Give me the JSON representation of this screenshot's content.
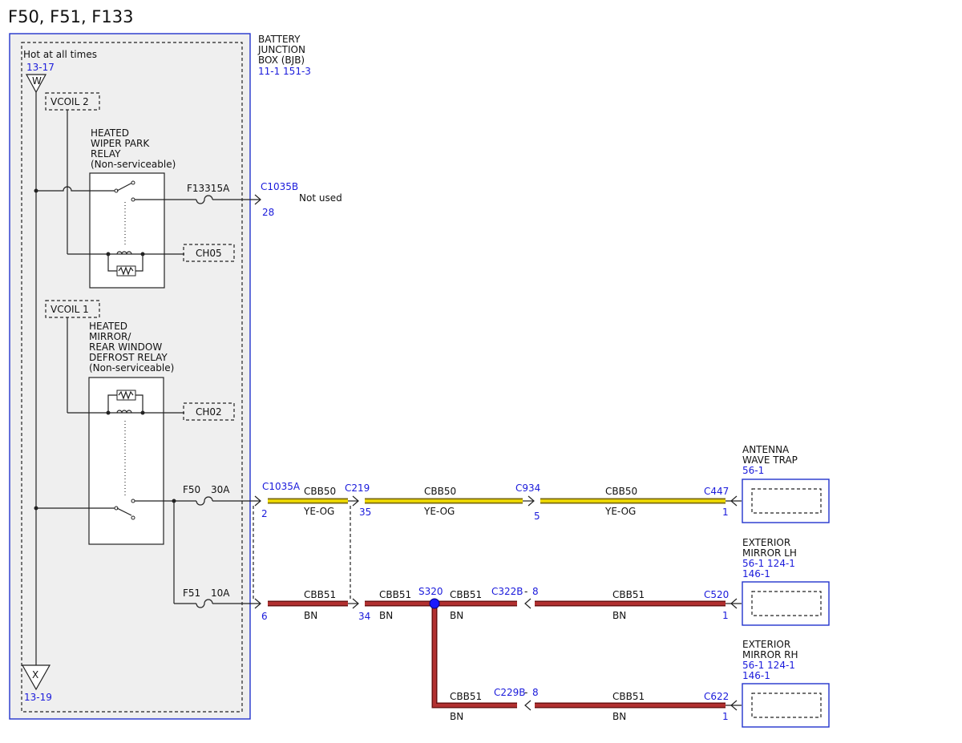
{
  "title": "F50, F51, F133",
  "bjb": {
    "name_line1": "BATTERY",
    "name_line2": "JUNCTION",
    "name_line3": "BOX (BJB)",
    "refs": "11-1   151-3",
    "hot_label": "Hot at all times",
    "w_ref": "13-17",
    "w_letter": "W",
    "x_ref": "13-19",
    "x_letter": "X"
  },
  "relays": {
    "vcoil2": "VCOIL 2",
    "vcoil1": "VCOIL 1",
    "wiper_l1": "HEATED",
    "wiper_l2": "WIPER PARK",
    "wiper_l3": "RELAY",
    "wiper_l4": "(Non-serviceable)",
    "mirror_l1": "HEATED",
    "mirror_l2": "MIRROR/",
    "mirror_l3": "REAR WINDOW",
    "mirror_l4": "DEFROST RELAY",
    "mirror_l5": "(Non-serviceable)",
    "ch05": "CH05",
    "ch02": "CH02"
  },
  "fuses": {
    "f133": "F13315A",
    "f50_name": "F50",
    "f50_amp": "30A",
    "f51_name": "F51",
    "f51_amp": "10A"
  },
  "connectors": {
    "c1035b": "C1035B",
    "c1035b_pin": "28",
    "not_used": "Not used",
    "c1035a": "C1035A",
    "c1035a_pin_top": "2",
    "c1035a_pin_bot": "6",
    "c219": "C219",
    "c219_pin_top": "35",
    "c219_pin_bot": "34",
    "c934": "C934",
    "c934_pin": "5",
    "c447": "C447",
    "c447_pin": "1",
    "s320": "S320",
    "c322b": "C322B",
    "c322b_pin": "8",
    "c520": "C520",
    "c520_pin": "1",
    "c229b": "C229B",
    "c229b_pin": "8",
    "c622": "C622",
    "c622_pin": "1"
  },
  "wires": {
    "cbb50": "CBB50",
    "yeog": "YE-OG",
    "cbb51": "CBB51",
    "bn": "BN"
  },
  "devices": {
    "antenna_l1": "ANTENNA",
    "antenna_l2": "WAVE TRAP",
    "antenna_ref": "56-1",
    "lh_l1": "EXTERIOR",
    "lh_l2": "MIRROR LH",
    "lh_ref1": "56-1   124-1",
    "lh_ref2": "146-1",
    "rh_l1": "EXTERIOR",
    "rh_l2": "MIRROR RH",
    "rh_ref1": "56-1   124-1",
    "rh_ref2": "146-1"
  },
  "colors": {
    "ref_blue": "#1a1adb",
    "wire_ye_og": "#f2dc00",
    "wire_bn": "#b23030",
    "splice": "#1a1aff"
  }
}
